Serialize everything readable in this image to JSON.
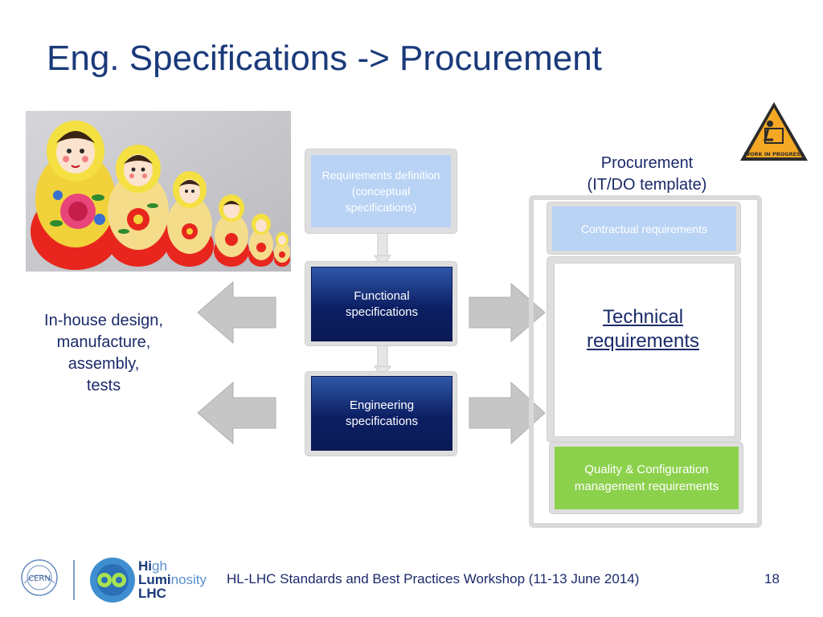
{
  "title": "Eng. Specifications -> Procurement",
  "flow": {
    "requirements": "Requirements definition (conceptual specifications)",
    "functional": "Functional specifications",
    "engineering": "Engineering specifications"
  },
  "procurement": {
    "label_line1": "Procurement",
    "label_line2": "(IT/DO template)",
    "contractual": "Contractual requirements",
    "technical_line1": "Technical",
    "technical_line2": "requirements",
    "quality": "Quality & Configuration management requirements"
  },
  "inhouse": {
    "line1": "In-house design,",
    "line2": "manufacture,",
    "line3": "assembly,",
    "line4": "tests"
  },
  "warning_sign": "WORK IN PROGRESS",
  "footer": {
    "text": "HL-LHC Standards and Best Practices Workshop (11-13 June 2014)",
    "page": "18",
    "cern_logo": "CERN",
    "hl_logo_line1_bold": "Hi",
    "hl_logo_line1_rest": "gh",
    "hl_logo_line2_bold": "Lumi",
    "hl_logo_line2_rest": "nosity",
    "hl_logo_line3": "LHC"
  },
  "colors": {
    "title": "#1a3a7a",
    "light_box": "#b9d3f5",
    "dark_box": "#0c1f63",
    "green_box": "#8cd14c",
    "arrow": "#bfbfbf"
  }
}
